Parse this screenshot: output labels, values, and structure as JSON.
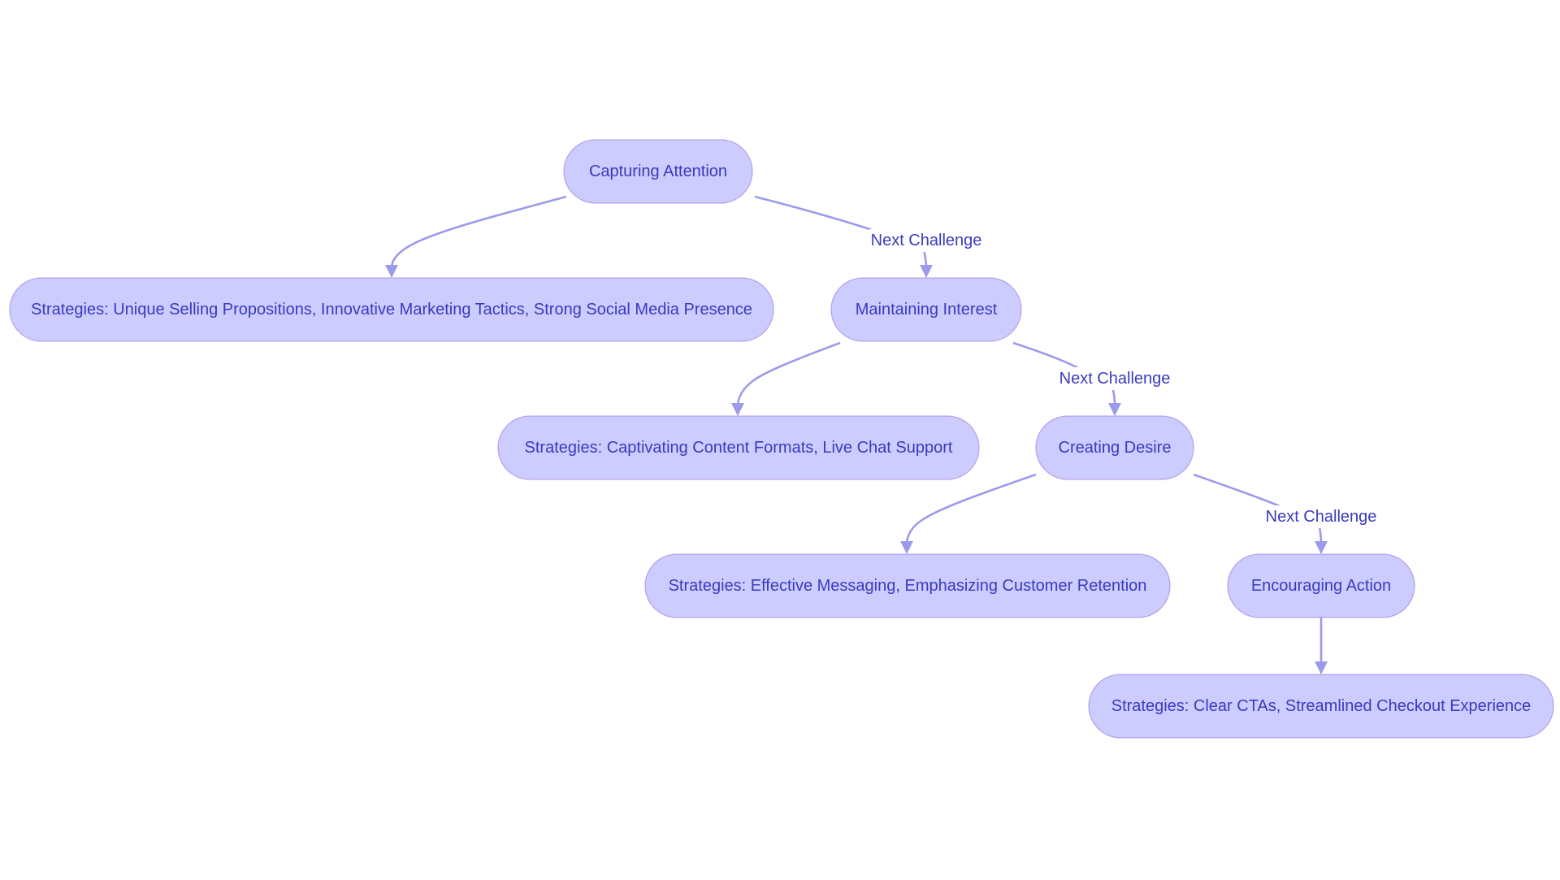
{
  "colors": {
    "node_fill": "#ccccff",
    "node_text": "#3a3abf",
    "edge": "#9b9bea",
    "background": "#ffffff"
  },
  "nodes": [
    {
      "id": "capturing",
      "label": "Capturing Attention"
    },
    {
      "id": "strat1",
      "label": "Strategies: Unique Selling Propositions, Innovative Marketing Tactics, Strong Social Media Presence"
    },
    {
      "id": "maintaining",
      "label": "Maintaining Interest"
    },
    {
      "id": "strat2",
      "label": "Strategies: Captivating Content Formats, Live Chat Support"
    },
    {
      "id": "desire",
      "label": "Creating Desire"
    },
    {
      "id": "strat3",
      "label": "Strategies: Effective Messaging, Emphasizing Customer Retention"
    },
    {
      "id": "action",
      "label": "Encouraging Action"
    },
    {
      "id": "strat4",
      "label": "Strategies: Clear CTAs, Streamlined Checkout Experience"
    }
  ],
  "edges": [
    {
      "from": "capturing",
      "to": "strat1",
      "label": ""
    },
    {
      "from": "capturing",
      "to": "maintaining",
      "label": "Next Challenge"
    },
    {
      "from": "maintaining",
      "to": "strat2",
      "label": ""
    },
    {
      "from": "maintaining",
      "to": "desire",
      "label": "Next Challenge"
    },
    {
      "from": "desire",
      "to": "strat3",
      "label": ""
    },
    {
      "from": "desire",
      "to": "action",
      "label": "Next Challenge"
    },
    {
      "from": "action",
      "to": "strat4",
      "label": ""
    }
  ]
}
